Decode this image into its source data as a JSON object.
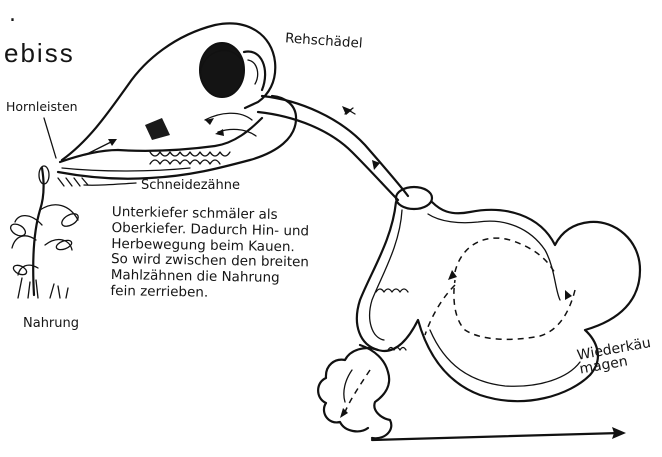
{
  "header": {
    "title": "ebiss",
    "dot": "."
  },
  "labels": {
    "skull": "Rehschädel",
    "horn_ridges": "Hornleisten",
    "incisors": "Schneidezähne",
    "food": "Nahrung",
    "stomach": [
      "Wiederkäu",
      "magen"
    ]
  },
  "note": {
    "lines": [
      "Unterkiefer schmäler als",
      "Oberkiefer. Dadurch Hin- und",
      "Herbewegung beim Kauen.",
      "So wird zwischen den breiten",
      "Mahlzähnen die Nahrung",
      "fein zerrieben."
    ]
  },
  "colors": {
    "ink": "#111111",
    "paper": "#ffffff",
    "eye": "#141414"
  },
  "icons": [
    "skull-drawing",
    "plant-drawing",
    "esophagus-drawing",
    "stomach-drawing",
    "intestine-drawing",
    "flow-arrow-icon"
  ]
}
